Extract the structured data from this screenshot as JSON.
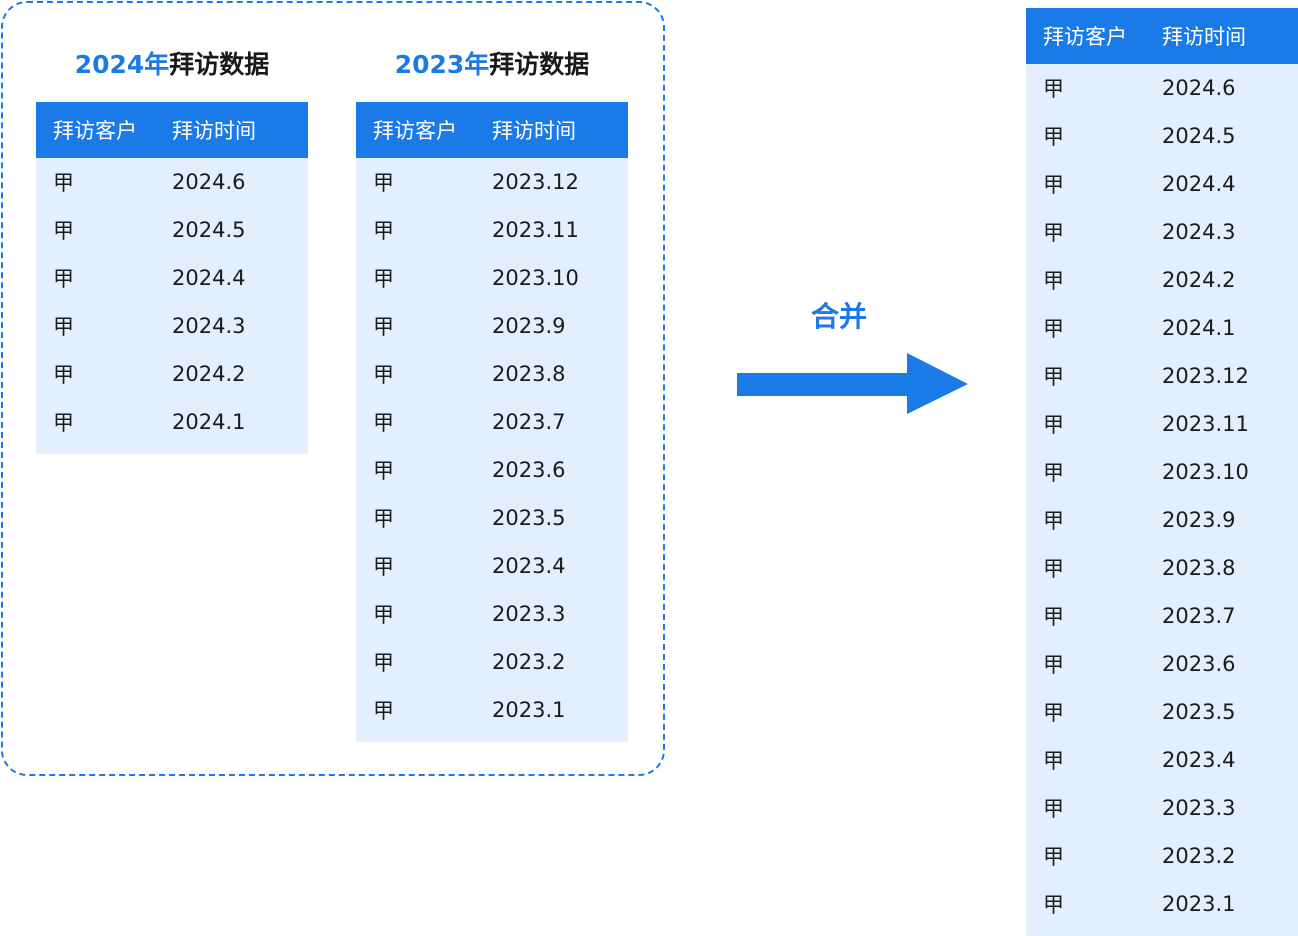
{
  "colors": {
    "accent": "#1a7be8",
    "cell_bg": "#e3efff",
    "text": "#1a1a1a"
  },
  "table_2024": {
    "title_year": "2024年",
    "title_rest": "拜访数据",
    "columns": [
      "拜访客户",
      "拜访时间"
    ],
    "rows": [
      [
        "甲",
        "2024.6"
      ],
      [
        "甲",
        "2024.5"
      ],
      [
        "甲",
        "2024.4"
      ],
      [
        "甲",
        "2024.3"
      ],
      [
        "甲",
        "2024.2"
      ],
      [
        "甲",
        "2024.1"
      ]
    ]
  },
  "table_2023": {
    "title_year": "2023年",
    "title_rest": "拜访数据",
    "columns": [
      "拜访客户",
      "拜访时间"
    ],
    "rows": [
      [
        "甲",
        "2023.12"
      ],
      [
        "甲",
        "2023.11"
      ],
      [
        "甲",
        "2023.10"
      ],
      [
        "甲",
        "2023.9"
      ],
      [
        "甲",
        "2023.8"
      ],
      [
        "甲",
        "2023.7"
      ],
      [
        "甲",
        "2023.6"
      ],
      [
        "甲",
        "2023.5"
      ],
      [
        "甲",
        "2023.4"
      ],
      [
        "甲",
        "2023.3"
      ],
      [
        "甲",
        "2023.2"
      ],
      [
        "甲",
        "2023.1"
      ]
    ]
  },
  "merge": {
    "label": "合并",
    "arrow_icon": "right-arrow-icon"
  },
  "table_merged": {
    "columns": [
      "拜访客户",
      "拜访时间"
    ],
    "rows": [
      [
        "甲",
        "2024.6"
      ],
      [
        "甲",
        "2024.5"
      ],
      [
        "甲",
        "2024.4"
      ],
      [
        "甲",
        "2024.3"
      ],
      [
        "甲",
        "2024.2"
      ],
      [
        "甲",
        "2024.1"
      ],
      [
        "甲",
        "2023.12"
      ],
      [
        "甲",
        "2023.11"
      ],
      [
        "甲",
        "2023.10"
      ],
      [
        "甲",
        "2023.9"
      ],
      [
        "甲",
        "2023.8"
      ],
      [
        "甲",
        "2023.7"
      ],
      [
        "甲",
        "2023.6"
      ],
      [
        "甲",
        "2023.5"
      ],
      [
        "甲",
        "2023.4"
      ],
      [
        "甲",
        "2023.3"
      ],
      [
        "甲",
        "2023.2"
      ],
      [
        "甲",
        "2023.1"
      ]
    ]
  }
}
